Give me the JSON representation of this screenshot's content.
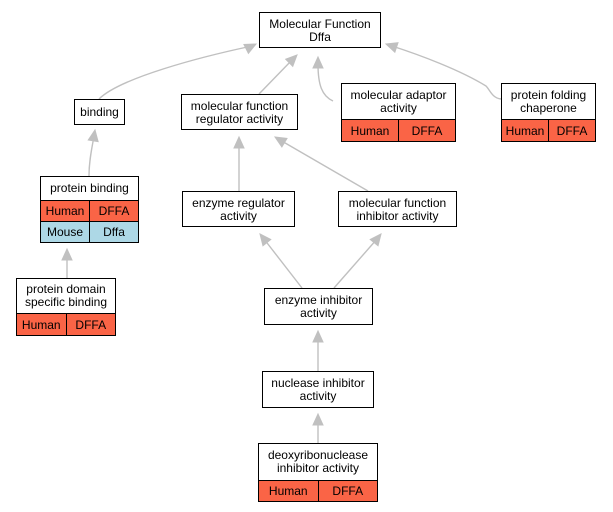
{
  "colors": {
    "human": "#fa6446",
    "mouse": "#add8e6",
    "edge": "#c0c0c0",
    "border": "#000000"
  },
  "nodes": [
    {
      "id": "mf_root",
      "label": "Molecular Function\nDffa",
      "rows": []
    },
    {
      "id": "binding",
      "label": "binding",
      "rows": []
    },
    {
      "id": "mf_regulator",
      "label": "molecular function\nregulator activity",
      "rows": []
    },
    {
      "id": "mol_adaptor",
      "label": "molecular adaptor\nactivity",
      "rows": [
        {
          "species": "Human",
          "gene": "DFFA",
          "color": "#fa6446"
        }
      ]
    },
    {
      "id": "protein_folding",
      "label": "protein folding\nchaperone",
      "rows": [
        {
          "species": "Human",
          "gene": "DFFA",
          "color": "#fa6446"
        }
      ]
    },
    {
      "id": "protein_binding",
      "label": "protein binding",
      "rows": [
        {
          "species": "Human",
          "gene": "DFFA",
          "color": "#fa6446"
        },
        {
          "species": "Mouse",
          "gene": "Dffa",
          "color": "#add8e6"
        }
      ]
    },
    {
      "id": "enzyme_regulator",
      "label": "enzyme regulator\nactivity",
      "rows": []
    },
    {
      "id": "mf_inhibitor",
      "label": "molecular function\ninhibitor activity",
      "rows": []
    },
    {
      "id": "protein_domain",
      "label": "protein domain\nspecific binding",
      "rows": [
        {
          "species": "Human",
          "gene": "DFFA",
          "color": "#fa6446"
        }
      ]
    },
    {
      "id": "enzyme_inhibitor",
      "label": "enzyme inhibitor\nactivity",
      "rows": []
    },
    {
      "id": "nuclease_inhibitor",
      "label": "nuclease inhibitor\nactivity",
      "rows": []
    },
    {
      "id": "deoxyribonuclease",
      "label": "deoxyribonuclease\ninhibitor activity",
      "rows": [
        {
          "species": "Human",
          "gene": "DFFA",
          "color": "#fa6446"
        }
      ]
    }
  ],
  "edges": [
    {
      "from": "binding",
      "to": "mf_root"
    },
    {
      "from": "mf_regulator",
      "to": "mf_root"
    },
    {
      "from": "mol_adaptor",
      "to": "mf_root"
    },
    {
      "from": "protein_folding",
      "to": "mf_root"
    },
    {
      "from": "protein_binding",
      "to": "binding"
    },
    {
      "from": "enzyme_regulator",
      "to": "mf_regulator"
    },
    {
      "from": "mf_inhibitor",
      "to": "mf_regulator"
    },
    {
      "from": "protein_domain",
      "to": "protein_binding"
    },
    {
      "from": "enzyme_inhibitor",
      "to": "enzyme_regulator"
    },
    {
      "from": "enzyme_inhibitor",
      "to": "mf_inhibitor"
    },
    {
      "from": "nuclease_inhibitor",
      "to": "enzyme_inhibitor"
    },
    {
      "from": "deoxyribonuclease",
      "to": "nuclease_inhibitor"
    }
  ]
}
